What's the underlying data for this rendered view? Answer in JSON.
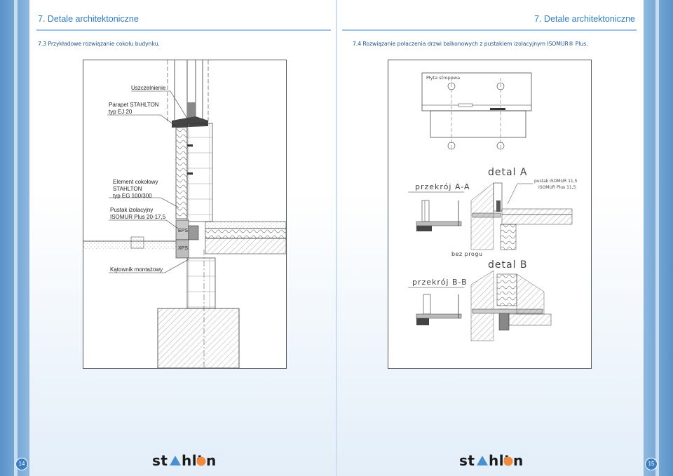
{
  "header": {
    "left_title": "7. Detale architektoniczne",
    "right_title": "7. Detale architektoniczne"
  },
  "left_page": {
    "subtitle": "7.3  Przykładowe rozwiązanie cokołu budynku.",
    "labels": {
      "seal": "Uszczelnienie",
      "parapet_1": "Parapet STAHLTON",
      "parapet_2": "typ  EJ 20",
      "element_1": "Element cokołowy",
      "element_2": "STAHLTON",
      "element_3": "typ  EG 100/300",
      "block_1": "Pustak izolacyjny",
      "block_2": "ISOMUR Plus 20-17,5",
      "eps": "EPS",
      "xps": "XPS",
      "angle": "Kątownik montażowy"
    },
    "page_number": "14",
    "logo": "stahlton"
  },
  "right_page": {
    "subtitle": "7.4  Rozwiązanie połaczenia drzwi balkonowych z pustakiem izolacyjnym ISOMUR® Plus.",
    "labels": {
      "slab": "Płyta stropowa",
      "section_aa": "przekrój A-A",
      "detail_a": "detal A",
      "block_note_1": "pustak ISOMUR 11,5",
      "block_note_2": "ISOMUR Plus 11,5",
      "no_threshold": "bez progu",
      "detail_b": "detal B",
      "section_bb": "przekrój B-B"
    },
    "page_number": "15",
    "logo": "stahlton"
  },
  "colors": {
    "accent": "#2f7dc3",
    "logo_dot": "#f08a3c",
    "logo_triangle": "#4a8fd0"
  }
}
